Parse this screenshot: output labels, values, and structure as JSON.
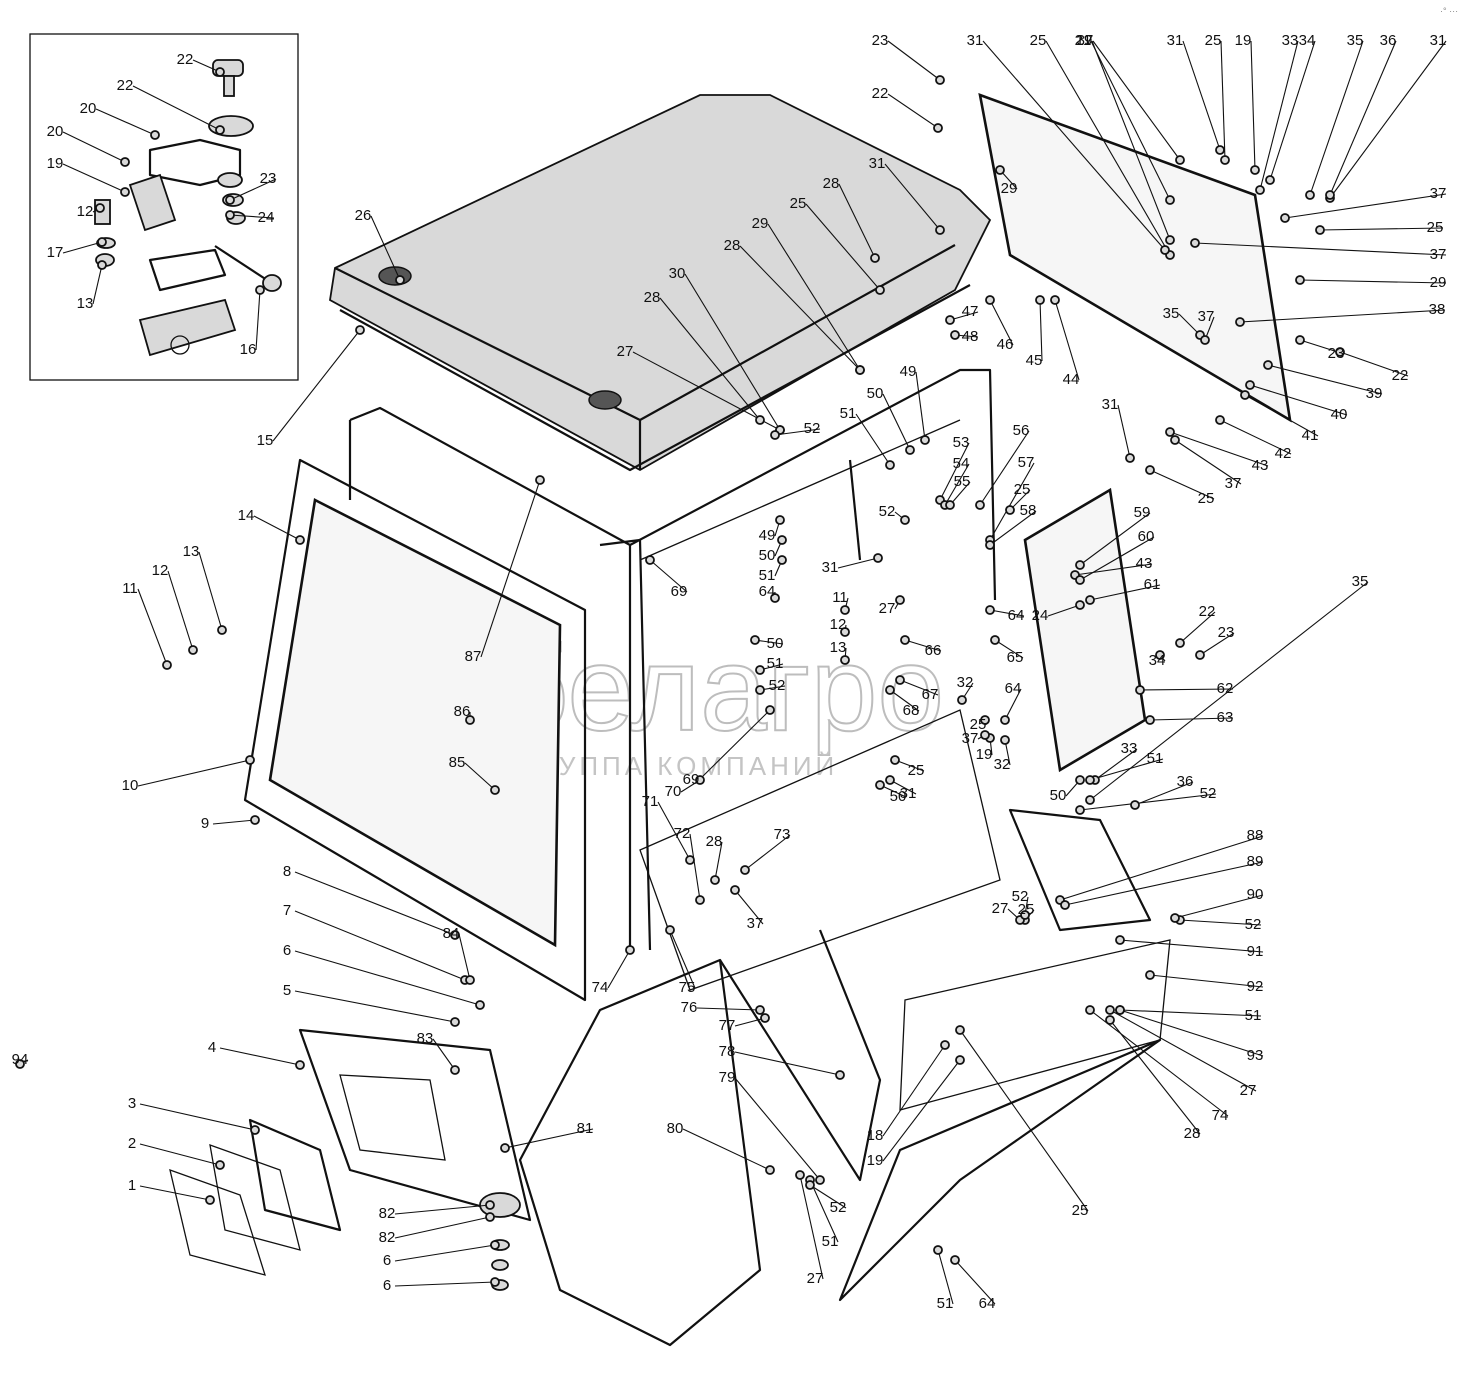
{
  "watermark": {
    "logo_text": "белагро",
    "subtitle": "ГРУППА КОМПАНИЙ"
  },
  "corner_mark": "·° ···",
  "callouts": [
    "1",
    "2",
    "3",
    "4",
    "5",
    "6",
    "6",
    "6",
    "7",
    "8",
    "9",
    "10",
    "11",
    "11",
    "12",
    "12",
    "12",
    "13",
    "13",
    "13",
    "14",
    "15",
    "16",
    "17",
    "18",
    "19",
    "19",
    "19",
    "19",
    "19",
    "20",
    "20",
    "21",
    "22",
    "22",
    "22",
    "22",
    "22",
    "23",
    "23",
    "23",
    "23",
    "24",
    "24",
    "25",
    "25",
    "25",
    "25",
    "25",
    "25",
    "25",
    "25",
    "25",
    "25",
    "26",
    "27",
    "27",
    "27",
    "27",
    "27",
    "28",
    "28",
    "28",
    "28",
    "28",
    "29",
    "29",
    "29",
    "30",
    "31",
    "31",
    "31",
    "31",
    "31",
    "31",
    "31",
    "32",
    "32",
    "33",
    "33",
    "34",
    "34",
    "35",
    "35",
    "35",
    "36",
    "36",
    "37",
    "37",
    "37",
    "37",
    "37",
    "37",
    "37",
    "38",
    "39",
    "40",
    "41",
    "42",
    "43",
    "43",
    "44",
    "45",
    "46",
    "47",
    "48",
    "49",
    "49",
    "50",
    "50",
    "50",
    "50",
    "50",
    "51",
    "51",
    "51",
    "51",
    "51",
    "51",
    "51",
    "52",
    "52",
    "52",
    "52",
    "52",
    "52",
    "52",
    "53",
    "54",
    "55",
    "56",
    "57",
    "58",
    "59",
    "60",
    "61",
    "62",
    "63",
    "64",
    "64",
    "64",
    "64",
    "65",
    "66",
    "67",
    "68",
    "69",
    "69",
    "70",
    "71",
    "72",
    "73",
    "74",
    "74",
    "75",
    "76",
    "77",
    "78",
    "79",
    "80",
    "81",
    "82",
    "82",
    "83",
    "84",
    "85",
    "86",
    "87",
    "88",
    "89",
    "90",
    "91",
    "92",
    "93",
    "94"
  ]
}
